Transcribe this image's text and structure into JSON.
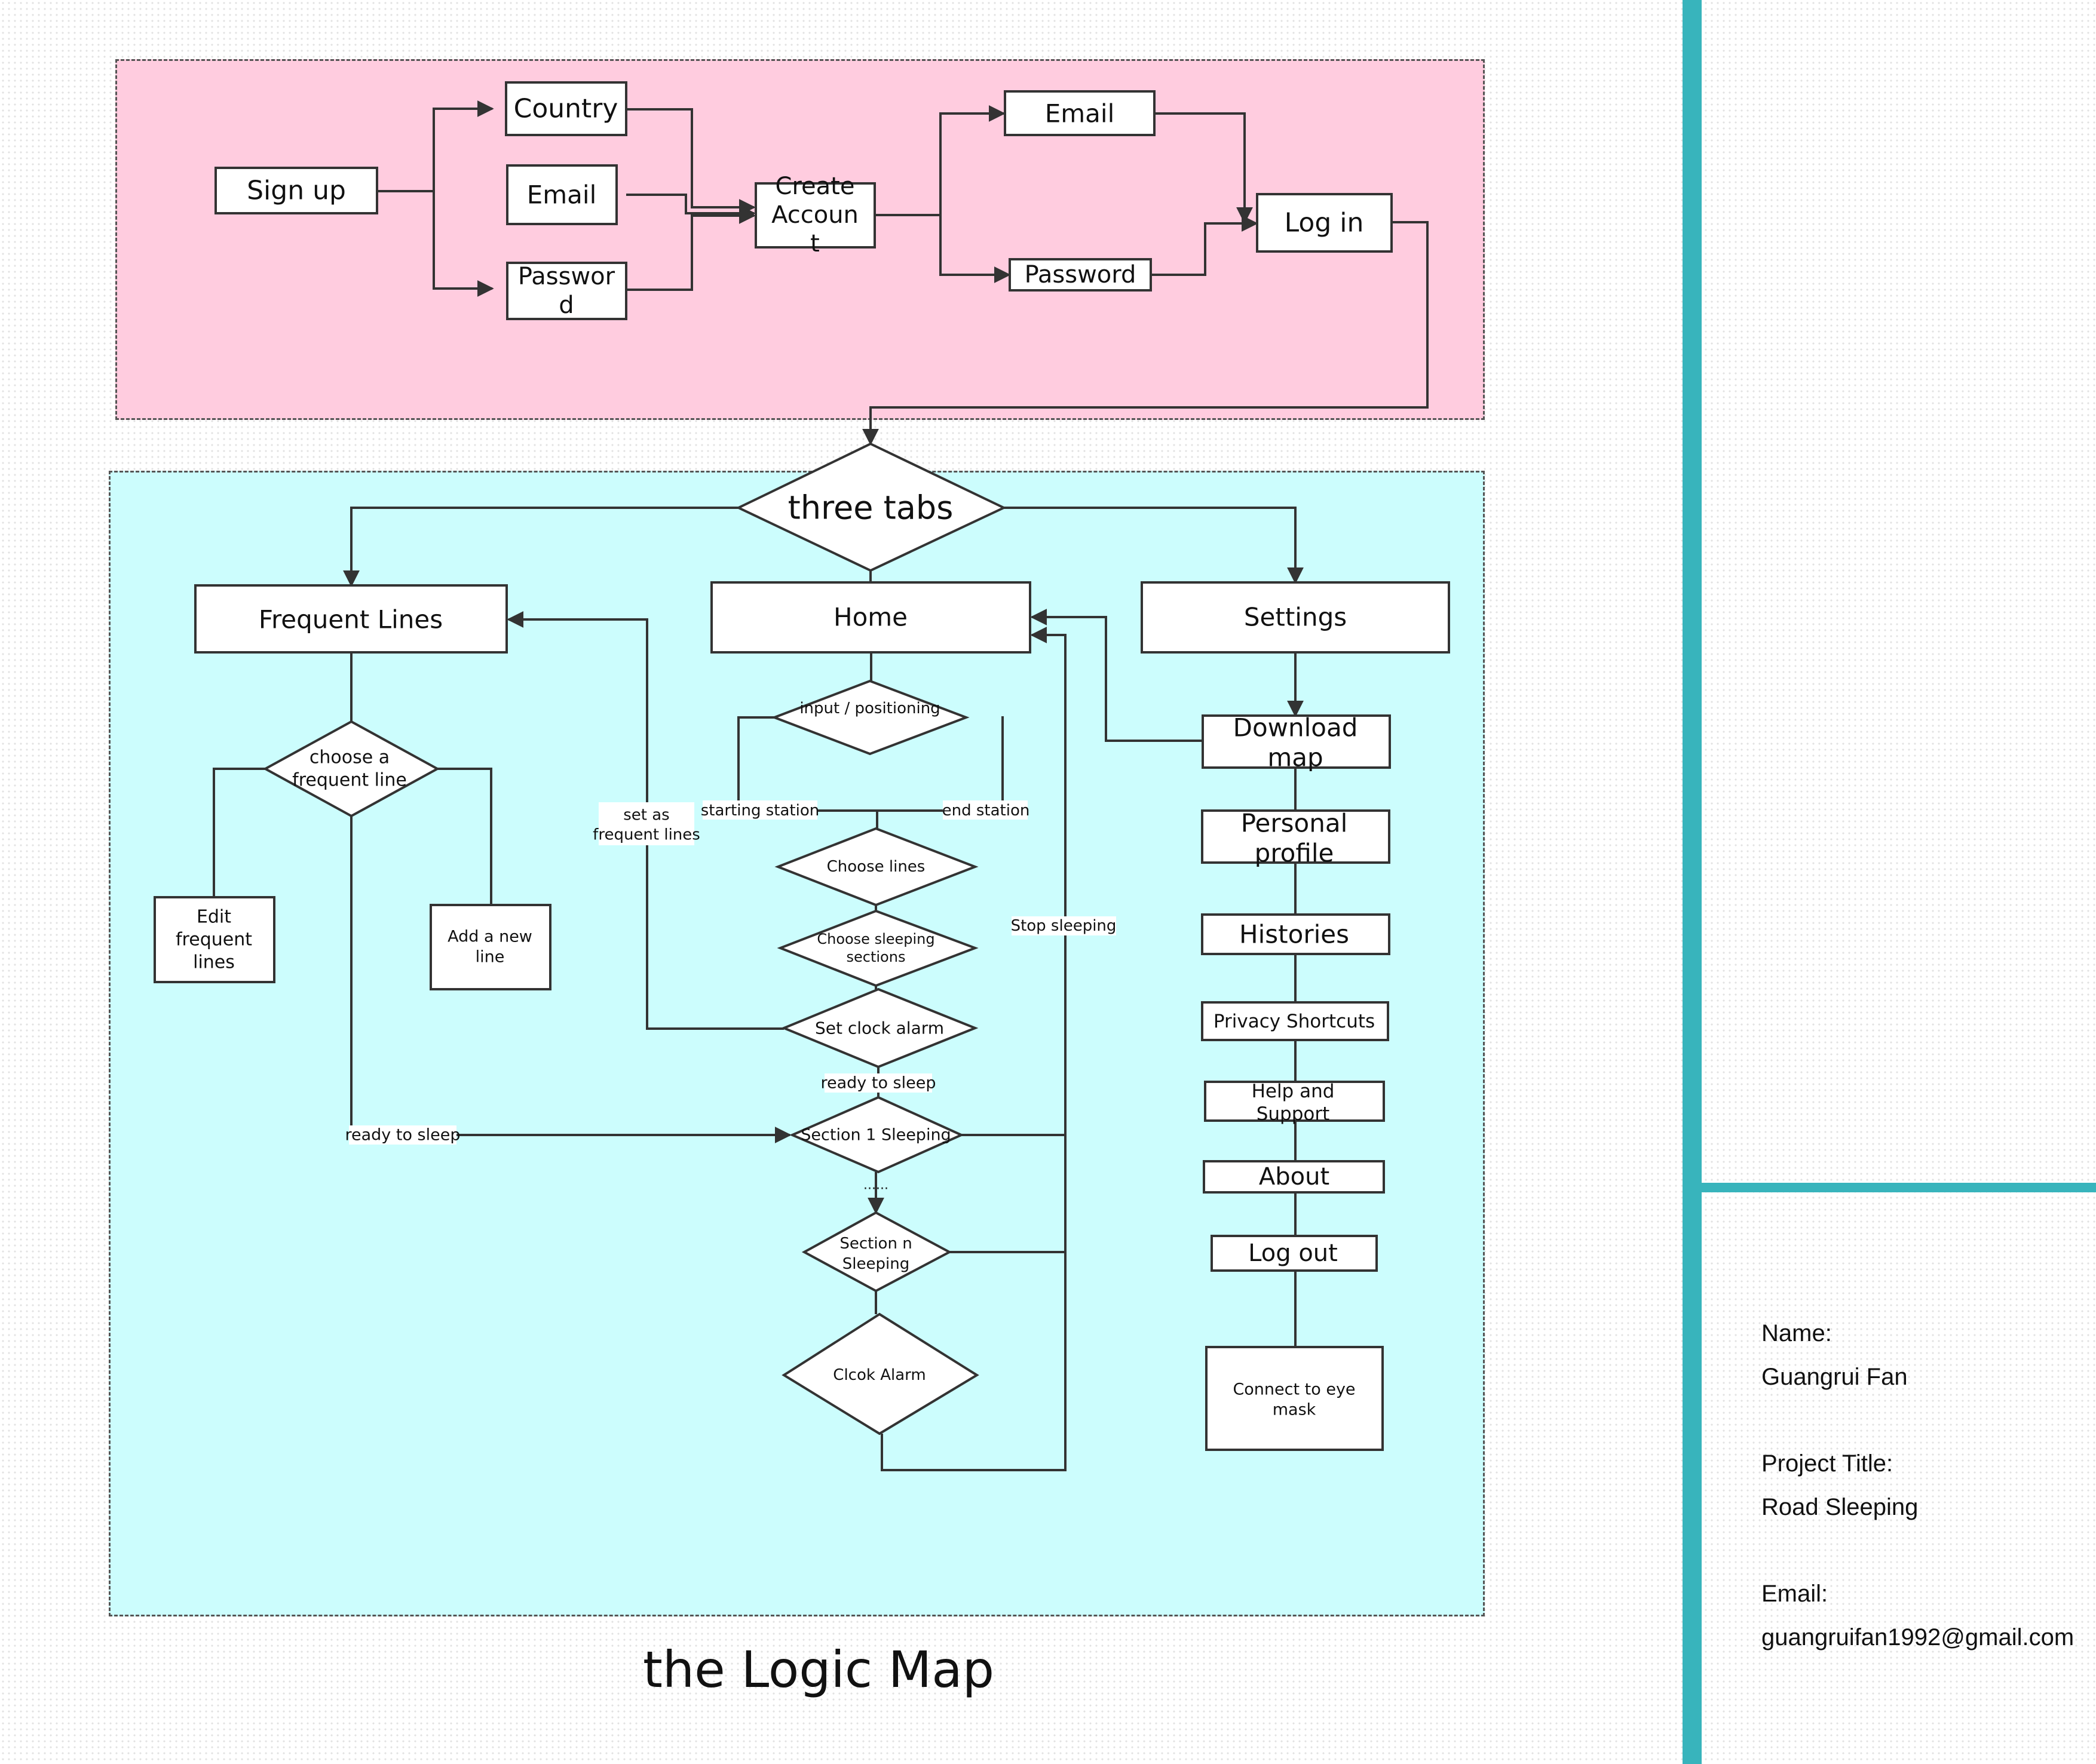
{
  "colors": {
    "signup_zone": "#ffccdf",
    "main_zone": "#ccfdfd",
    "divider": "#38b4bc",
    "stroke": "#333333"
  },
  "title": "the Logic Map",
  "info": {
    "name_label": "Name:",
    "name_value": "Guangrui Fan",
    "project_label": "Project Title:",
    "project_value": "Road Sleeping",
    "email_label": "Email:",
    "email_value": "guangruifan1992@gmail.com"
  },
  "nodes": {
    "sign_up": "Sign up",
    "country": "Country",
    "email_1": "Email",
    "password_1": [
      "Passwor",
      "d"
    ],
    "create_account": [
      "Create",
      "Accoun",
      "t"
    ],
    "email_2": "Email",
    "password_2": "Password",
    "log_in": "Log in",
    "three_tabs": "three tabs",
    "frequent_lines": "Frequent Lines",
    "home": "Home",
    "settings": "Settings",
    "choose_frequent": [
      "choose a",
      "frequent line"
    ],
    "edit_frequent": [
      "Edit",
      "frequent",
      "lines"
    ],
    "add_new_line": [
      "Add a new",
      "line"
    ],
    "input_positioning": "input / positioning",
    "choose_lines": "Choose lines",
    "choose_sleeping": [
      "Choose sleeping",
      "sections"
    ],
    "set_clock_alarm": "Set clock alarm",
    "section_1": "Section 1 Sleeping",
    "section_n": [
      "Section n",
      "Sleeping"
    ],
    "clock_alarm": "Clcok Alarm",
    "download_map": [
      "Download",
      "map"
    ],
    "personal_profile": [
      "Personal",
      "profile"
    ],
    "histories": "Histories",
    "privacy_shortcuts": "Privacy Shortcuts",
    "help_support": [
      "Help and",
      "Support"
    ],
    "about": "About",
    "log_out": "Log out",
    "eye_mask": [
      "Connect to eye",
      "mask"
    ]
  },
  "edge_labels": {
    "set_as_frequent": [
      "set as",
      "frequent lines"
    ],
    "starting_station": "starting station",
    "end_station": "end station",
    "stop_sleeping": "Stop sleeping",
    "ready_to_sleep_1": "ready to sleep",
    "ready_to_sleep_2": "ready to sleep",
    "ellipsis": "......"
  }
}
